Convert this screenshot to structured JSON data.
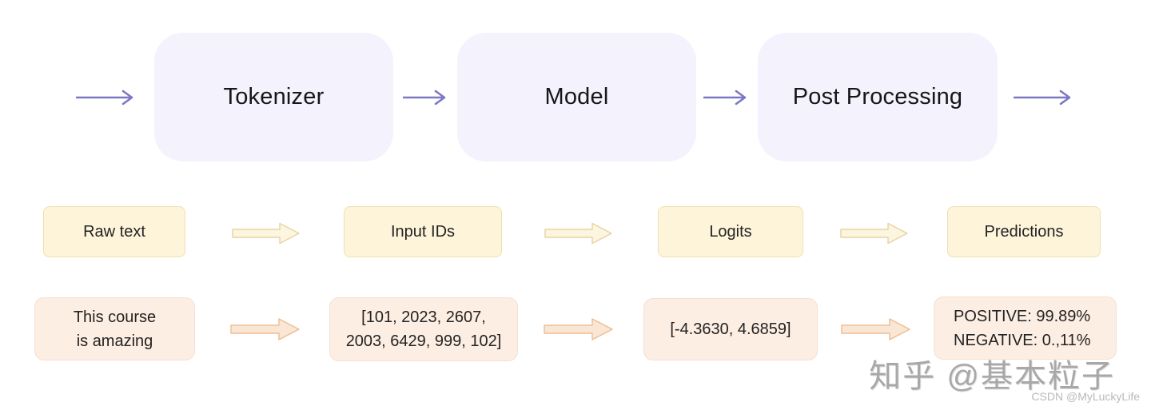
{
  "stages": [
    "Tokenizer",
    "Model",
    "Post Processing"
  ],
  "io_row": [
    "Raw text",
    "Input IDs",
    "Logits",
    "Predictions"
  ],
  "example_row": {
    "raw_text": [
      "This course",
      "is amazing"
    ],
    "input_ids": [
      "[101, 2023, 2607,",
      "2003, 6429, 999, 102]"
    ],
    "logits": [
      "[-4.3630, 4.6859]"
    ],
    "predictions": [
      "POSITIVE: 99.89%",
      "NEGATIVE: 0.,11%"
    ]
  },
  "watermarks": {
    "zhihu": "知乎 @基本粒子",
    "csdn": "CSDN @MyLuckyLife"
  },
  "icons": {
    "flow_arrow": "right-arrow",
    "block_arrow": "right-block-arrow"
  },
  "colors": {
    "background": "#ffffff",
    "stage_box": "#f4f2fc",
    "stage_text": "#17171a",
    "flow_arrow": "#7d78c5",
    "io_box_fill": "#fdf4da",
    "io_box_border": "#eee0b4",
    "io_arrow_fill": "#fcf6e0",
    "io_arrow_stroke": "#e6d3a0",
    "example_box_fill": "#fdeee3",
    "example_box_border": "#f7dfd0",
    "example_arrow_fill": "#fae6d4",
    "example_arrow_stroke": "#edbd92",
    "text": "#232323",
    "watermark_zhihu": "#a8a8a8",
    "watermark_csdn": "#b9b9b9"
  }
}
